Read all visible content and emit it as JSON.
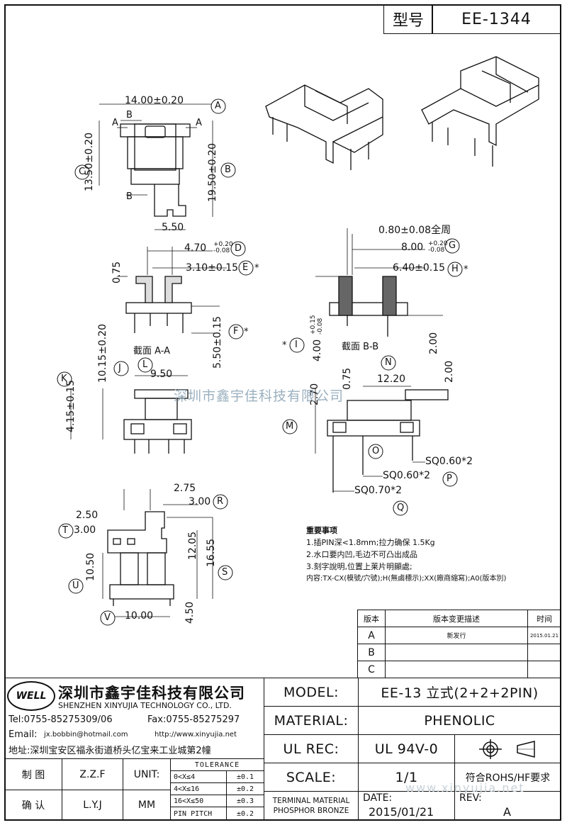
{
  "header": {
    "model_label": "型号",
    "model_no": "EE-1344"
  },
  "dimensions": {
    "top_width": "14.00±0.20",
    "left_height": "13.50±0.20",
    "right_height": "19.50±0.20",
    "pin_span": "5.50",
    "d_label": "4.70",
    "d_tol": "+0.20 -0.08",
    "e_label": "3.10±0.15",
    "flange_075": "0.75",
    "f_label": "5.50±0.15",
    "section_aa": "截面 A-A",
    "wall": "0.80±0.08全周",
    "g_label": "8.00",
    "g_tol": "+0.20 -0.08",
    "h_label": "6.40±0.15",
    "i_label": "4.00",
    "i_tol": "+0.15 -0.08",
    "section_bb": "截面 B-B",
    "b2_200": "2.00",
    "k_label": "4.15±0.15",
    "j_label": "10.15±0.20",
    "l_label": "9.50",
    "n_075": "0.75",
    "n_1220": "12.20",
    "n_200": "2.00",
    "m_270": "2.70",
    "sq060_2": "SQ0.60*2",
    "sq060_2b": "SQ0.60*2",
    "sq070_2": "SQ0.70*2",
    "bv_275": "2.75",
    "bv_300r": "3.00",
    "bv_250": "2.50",
    "bv_300t": "3.00",
    "bv_1205": "12.05",
    "bv_1655": "16.55",
    "bv_1050": "10.50",
    "bv_450": "4.50",
    "bv_1000": "10.00",
    "letters": [
      "A",
      "B",
      "C",
      "D",
      "E",
      "F",
      "G",
      "H",
      "I",
      "J",
      "K",
      "L",
      "M",
      "N",
      "O",
      "P",
      "Q",
      "R",
      "S",
      "T",
      "U",
      "V"
    ],
    "star": "*"
  },
  "watermark": "深圳市鑫宇佳科技有限公司",
  "watermark_url": "www.xinyujia.net",
  "notes": {
    "title": "重要事项",
    "items": [
      "1.插PIN深<1.8mm;拉力确保 1.5Kg",
      "2.水口要内凹,毛边不可凸出成品",
      "3.刻字說明,位置上莱片明顯處;",
      "内容:TX-CX(模號/穴號);H(無鹵標示);XX(廠商縮寫);A0(版本別)"
    ]
  },
  "revision": {
    "headers": [
      "版本",
      "版本变更描述",
      "时间"
    ],
    "rows": [
      {
        "ver": "A",
        "desc": "新发行",
        "date": "2015.01.21"
      },
      {
        "ver": "B",
        "desc": "",
        "date": ""
      },
      {
        "ver": "C",
        "desc": "",
        "date": ""
      }
    ]
  },
  "company": {
    "logo": "WELL",
    "name_cn": "深圳市鑫宇佳科技有限公司",
    "name_en": "SHENZHEN XINYUJIA TECHNOLOGY CO., LTD.",
    "tel": "Tel:0755-85275309/06",
    "fax": "Fax:0755-85275297",
    "email_label": "Email:",
    "email": "jx.bobbin@hotmail.com",
    "url": "http://www.xinyujia.net",
    "address": "地址:深圳宝安区福永街道桥头亿宝来工业城第2幢"
  },
  "title_block": {
    "model_label": "MODEL:",
    "model_value": "EE-13 立式(2+2+2PIN)",
    "material_label": "MATERIAL:",
    "material_value": "PHENOLIC",
    "ulrec_label": "UL REC:",
    "ulrec_value": "UL 94V-0",
    "scale_label": "SCALE:",
    "scale_value": "1/1",
    "rohs": "符合ROHS/HF要求",
    "terminal_material": "TERMINAL MATERIAL",
    "terminal_value": "PHOSPHOR BRONZE",
    "date_label": "DATE:",
    "date_value": "2015/01/21",
    "rev_label": "REV:",
    "rev_value": "A",
    "drawn_label": "制 图",
    "drawn_value": "Z.Z.F",
    "check_label": "确 认",
    "check_value": "L.Y.J",
    "unit_label": "UNIT:",
    "unit_value": "MM",
    "tolerance_title": "TOLERANCE",
    "tolerance": [
      {
        "range": "0<X≤4",
        "tol": "±0.1"
      },
      {
        "range": "4<X≤16",
        "tol": "±0.2"
      },
      {
        "range": "16<X≤50",
        "tol": "±0.3"
      },
      {
        "range": "PIN PITCH",
        "tol": "±0.2"
      }
    ]
  }
}
